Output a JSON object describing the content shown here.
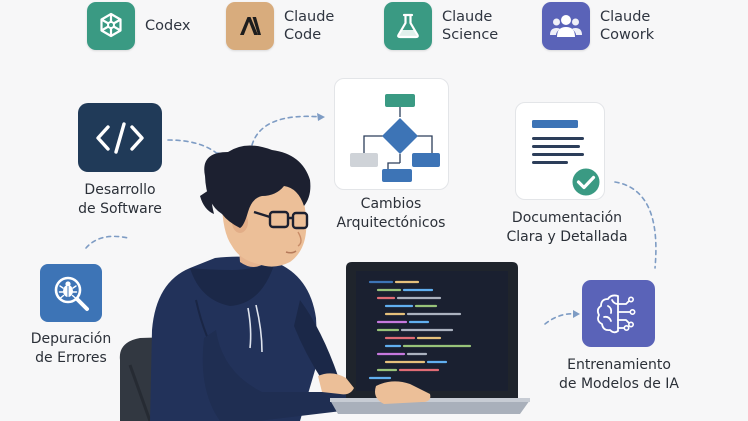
{
  "brands": [
    {
      "label": "Codex",
      "icon": "openai-logo-icon",
      "color": "#3a9a83"
    },
    {
      "label": "Claude\nCode",
      "icon": "anthropic-logo-icon",
      "color": "#d8ac7d"
    },
    {
      "label": "Claude\nScience",
      "icon": "flask-icon",
      "color": "#3a9a83"
    },
    {
      "label": "Claude\nCowork",
      "icon": "people-group-icon",
      "color": "#5a63b8"
    }
  ],
  "features": {
    "software": {
      "label": "Desarrollo\nde Software",
      "icon": "code-brackets-icon"
    },
    "architecture": {
      "label": "Cambios\nArquitectónicos",
      "icon": "flowchart-icon"
    },
    "documentation": {
      "label": "Documentación\nClara y Detallada",
      "icon": "document-check-icon"
    },
    "debugging": {
      "label": "Depuración\nde Errores",
      "icon": "bug-magnifier-icon"
    },
    "training": {
      "label": "Entrenamiento\nde Modelos de IA",
      "icon": "brain-circuit-icon"
    }
  },
  "colors": {
    "navy": "#203a58",
    "blue": "#3d74b6",
    "green": "#3a9a83",
    "purple": "#5a63b8",
    "sand": "#d8ac7d",
    "hoodie": "#22325a",
    "dashed": "#7e9cc4"
  }
}
